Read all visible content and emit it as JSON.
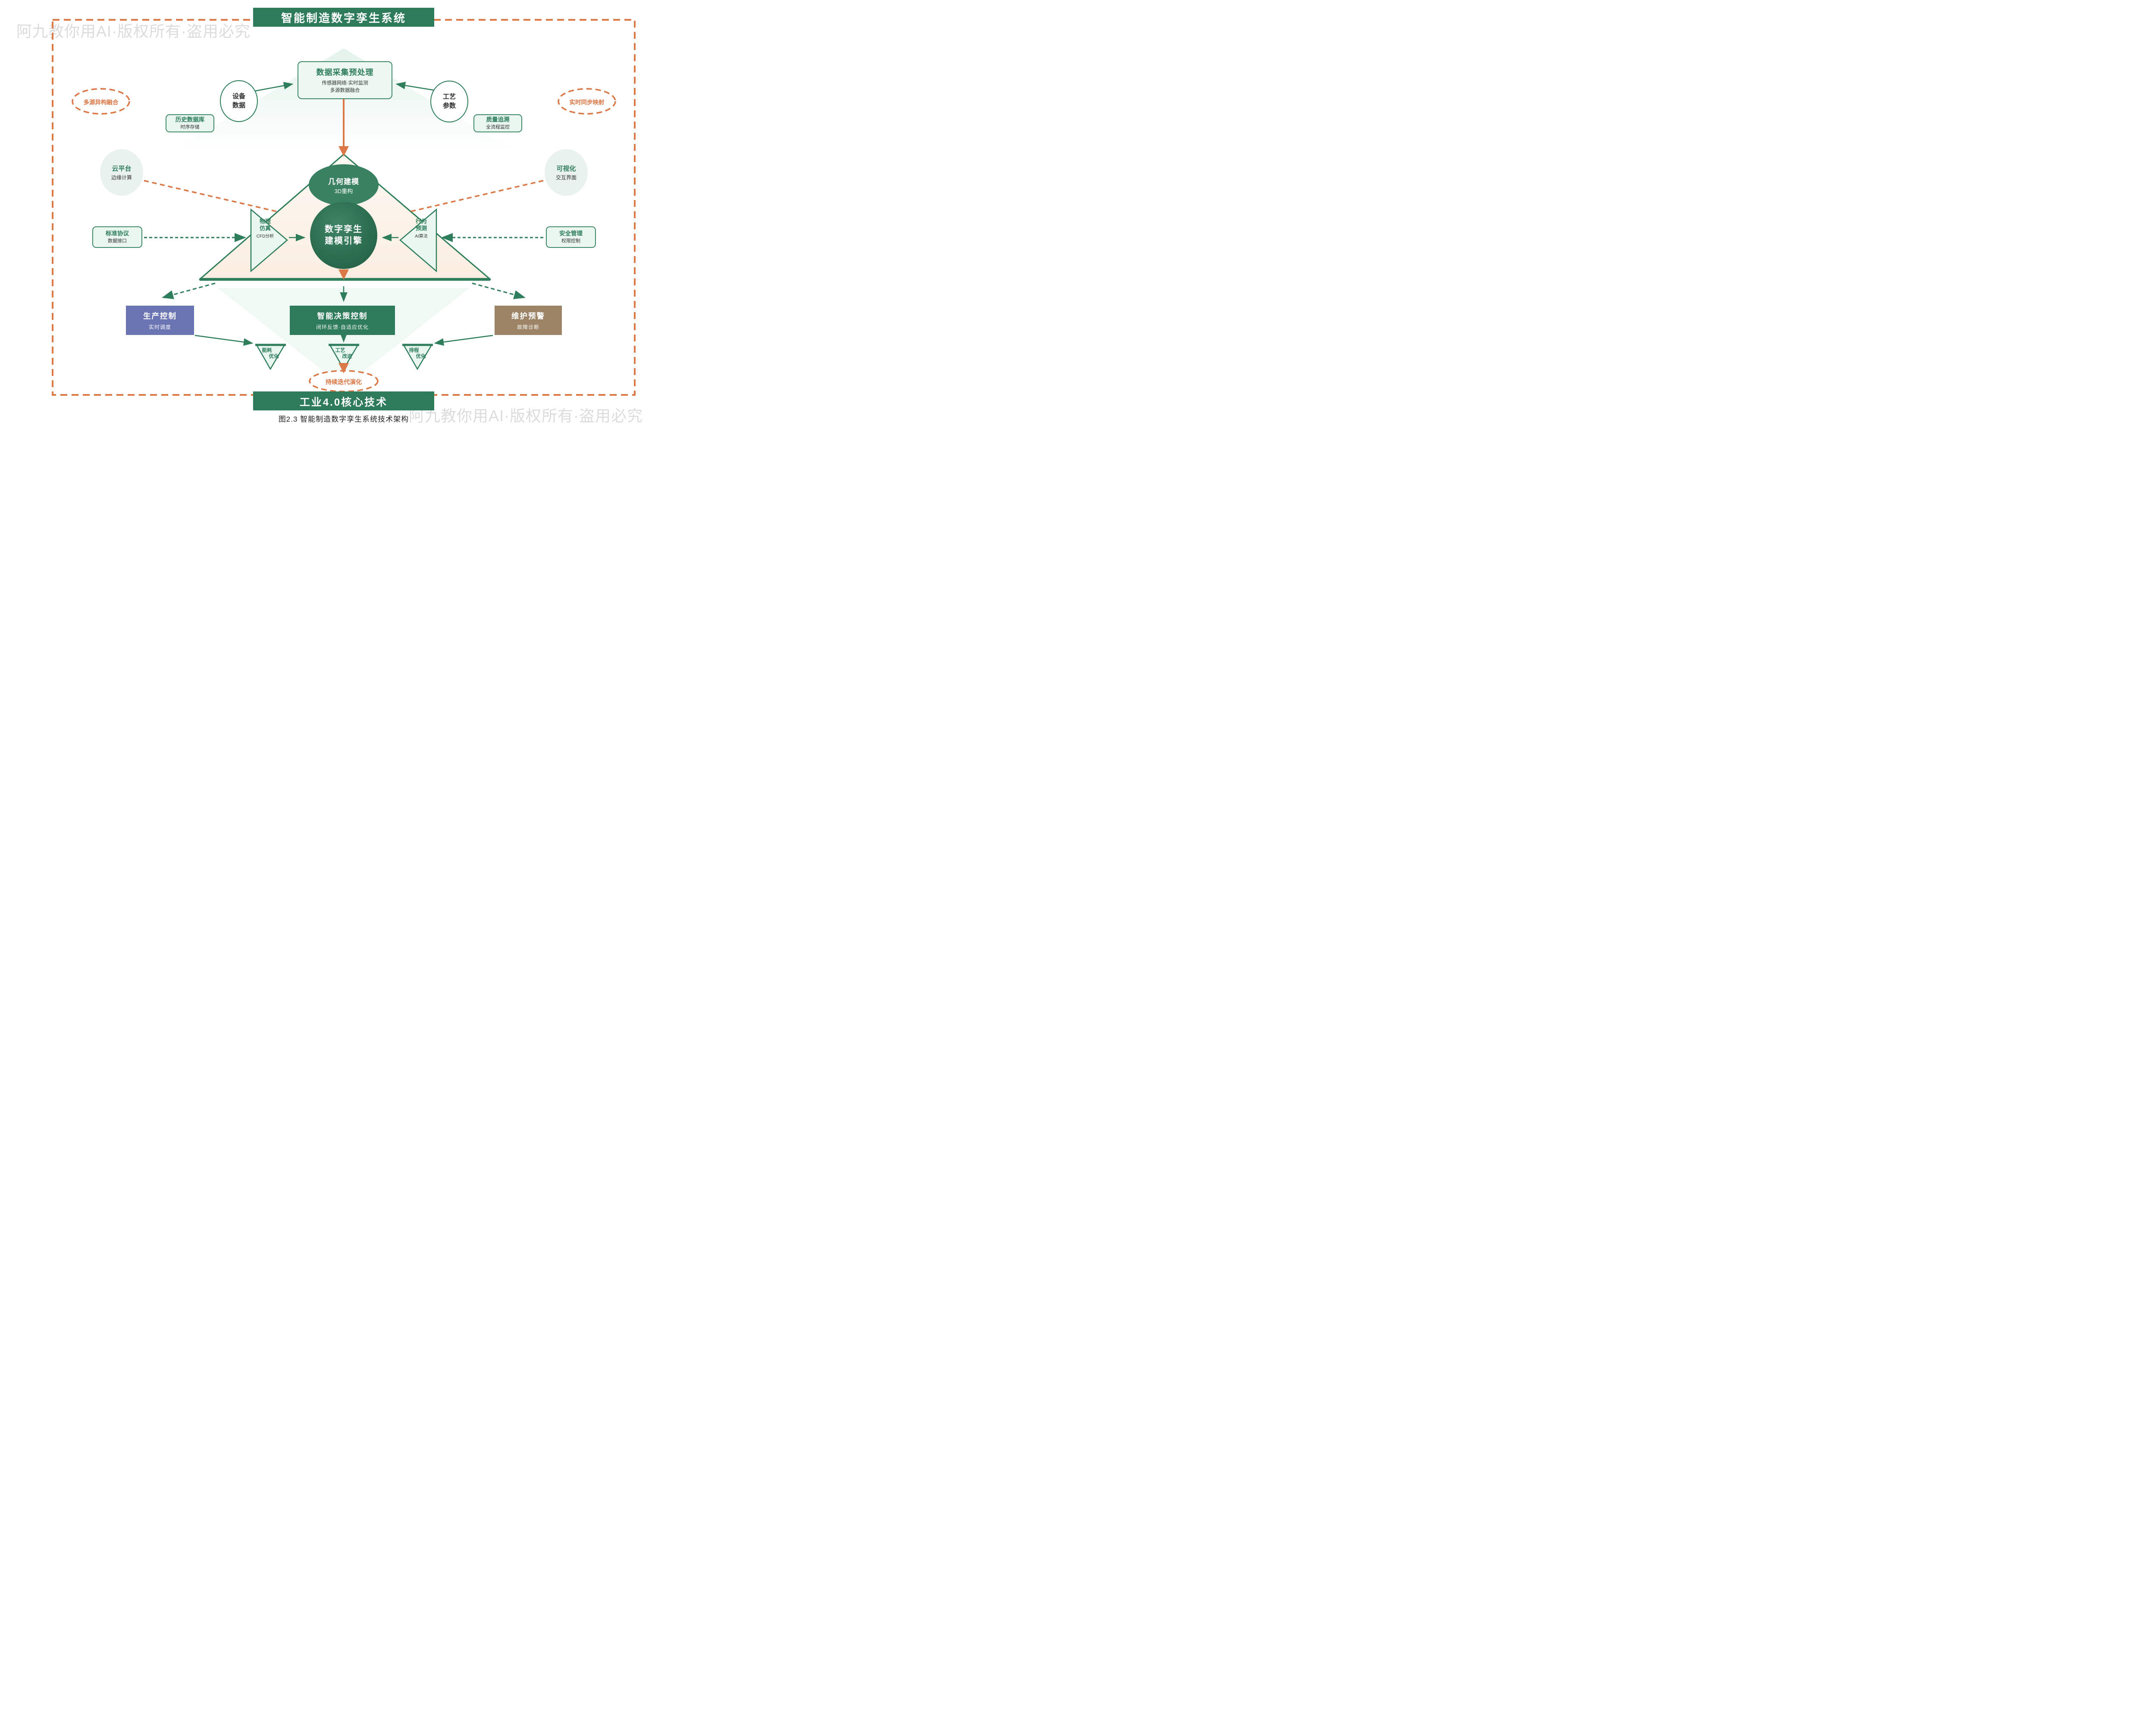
{
  "top_banner": "智能制造数字孪生系统",
  "bottom_banner": "工业4.0核心技术",
  "caption": "图2.3 智能制造数字孪生系统技术架构",
  "watermark": "阿九教你用AI·版权所有·盗用必究",
  "colors": {
    "green_dark": "#2e7b5b",
    "green_border": "#3e8a67",
    "mint_fill": "#eaf7f0",
    "cream_triangle": "#fcf2e9",
    "orange": "#db7847",
    "purple_box": "#6a74b3",
    "brown_box": "#9c8366",
    "watermark_gray": "#dcdcdc"
  },
  "data_collection": {
    "title": "数据采集预处理",
    "line1": "传感器网络·实时监测",
    "line2": "多源数据融合"
  },
  "sources": {
    "device": {
      "line1": "设备",
      "line2": "数据"
    },
    "process": {
      "line1": "工艺",
      "line2": "参数"
    }
  },
  "side_labels": {
    "history": {
      "title": "历史数据库",
      "subtitle": "时序存储"
    },
    "quality": {
      "title": "质量追溯",
      "subtitle": "全流程监控"
    },
    "cloud": {
      "title": "云平台",
      "subtitle": "边缘计算"
    },
    "visual": {
      "title": "可视化",
      "subtitle": "交互界面"
    },
    "protocol": {
      "title": "标准协议",
      "subtitle": "数据接口"
    },
    "security": {
      "title": "安全管理",
      "subtitle": "权限控制"
    }
  },
  "orange_tags": {
    "left": "多源异构融合",
    "right": "实时同步映射",
    "bottom": "持续迭代演化"
  },
  "core": {
    "geometry": {
      "title": "几何建模",
      "subtitle": "3D重构"
    },
    "engine": {
      "line1": "数字孪生",
      "line2": "建模引擎"
    },
    "physics": {
      "line1": "物理",
      "line2": "仿真",
      "subtitle": "CFD分析"
    },
    "behavior": {
      "line1": "行为",
      "line2": "预测",
      "subtitle": "AI算法"
    }
  },
  "outputs": {
    "production": {
      "title": "生产控制",
      "subtitle": "实时调度"
    },
    "decision": {
      "title": "智能决策控制",
      "subtitle": "闭环反馈·自适应优化"
    },
    "maintenance": {
      "title": "维护预警",
      "subtitle": "故障诊断"
    }
  },
  "optimizations": {
    "energy": {
      "line1": "能耗",
      "line2": "优化"
    },
    "process": {
      "line1": "工艺",
      "line2": "改进"
    },
    "schedule": {
      "line1": "排程",
      "line2": "优化"
    }
  }
}
